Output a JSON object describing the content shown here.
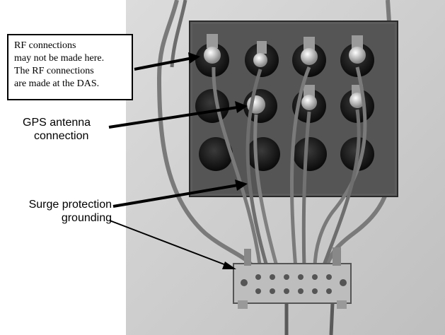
{
  "callout": {
    "line1": "RF connections",
    "line2": "may not be made here.",
    "line3": "The RF connections",
    "line4": "are made at the DAS."
  },
  "gps_label": {
    "line1": "GPS antenna",
    "line2": "connection"
  },
  "surge_label": {
    "line1": "Surge protection",
    "line2": "grounding"
  },
  "colors": {
    "wall": "#d2d2d2",
    "panel": "#5a5a5a",
    "port": "#111111",
    "cable": "#7a7a7a",
    "bus_bar": "#bdbdbd"
  }
}
